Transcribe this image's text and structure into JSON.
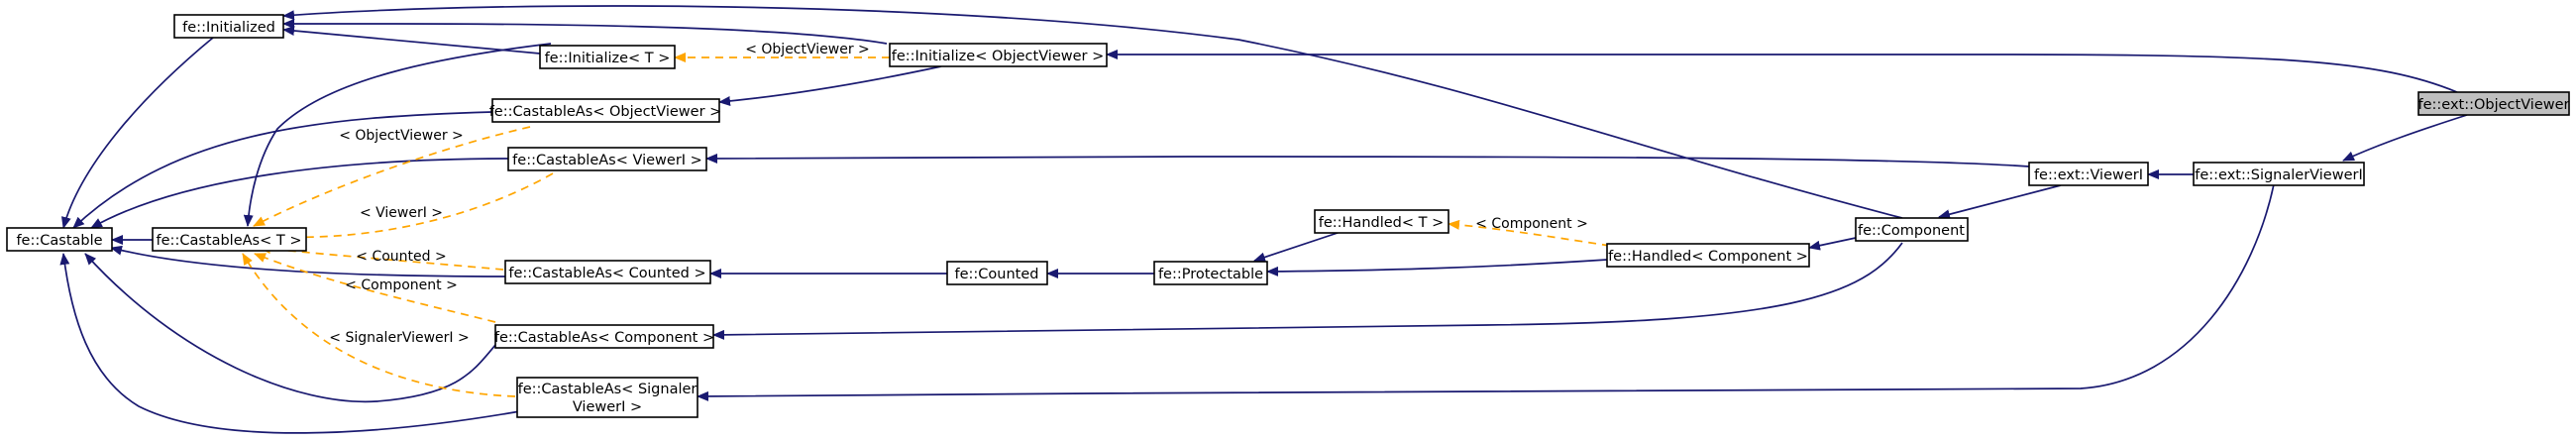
{
  "colors": {
    "inheritance": "#191970",
    "template_instantiation": "#ffa500",
    "highlight_fill": "#bfbfbf"
  },
  "nodes": {
    "object_viewer": "fe::ext::ObjectViewer",
    "initialized": "fe::Initialized",
    "initialize_t": "fe::Initialize< T >",
    "initialize_objectviewer": "fe::Initialize< ObjectViewer >",
    "castableas_objectviewer": "fe::CastableAs< ObjectViewer >",
    "castableas_vieweri": "fe::CastableAs< ViewerI >",
    "castable": "fe::Castable",
    "castableas_t": "fe::CastableAs< T >",
    "castableas_counted": "fe::CastableAs< Counted >",
    "counted": "fe::Counted",
    "protectable": "fe::Protectable",
    "handled_t": "fe::Handled< T >",
    "handled_component": "fe::Handled< Component >",
    "component": "fe::Component",
    "ext_vieweri": "fe::ext::ViewerI",
    "ext_signalervieweri": "fe::ext::SignalerViewerI",
    "castableas_component": "fe::CastableAs< Component >",
    "castableas_signaler_line1": "fe::CastableAs< Signaler",
    "castableas_signaler_line2": "ViewerI >"
  },
  "edge_labels": {
    "objectviewer_top": "< ObjectViewer >",
    "objectviewer_left": "< ObjectViewer >",
    "vieweri": "< ViewerI >",
    "counted": "< Counted >",
    "component_left": "< Component >",
    "signalervieweri": "< SignalerViewerI >",
    "component_handled": "< Component >"
  }
}
